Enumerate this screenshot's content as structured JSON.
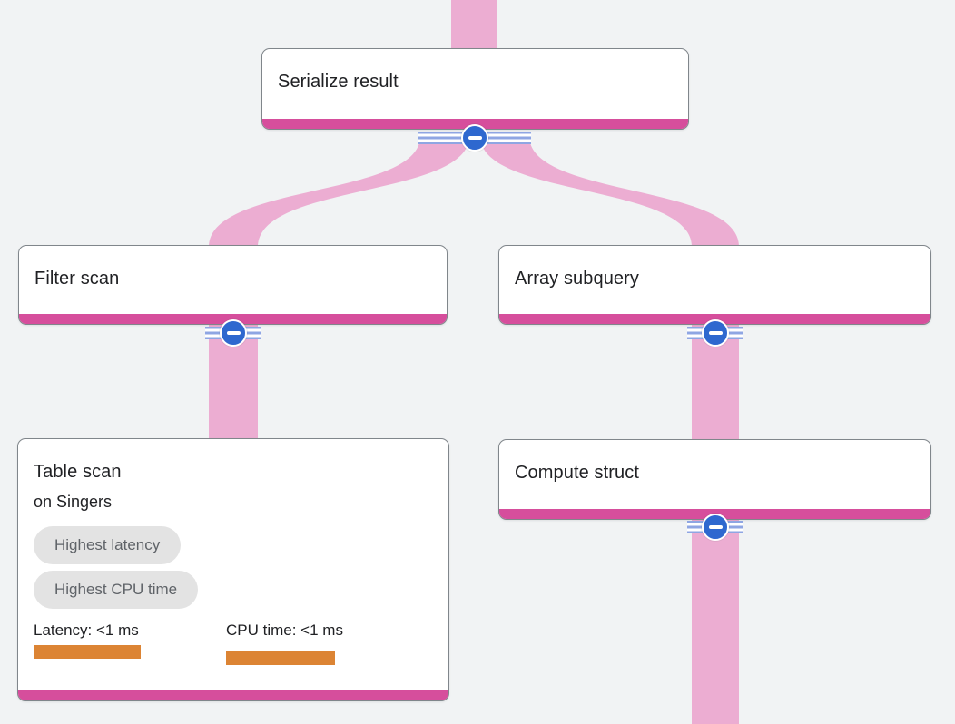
{
  "colors": {
    "canvas_bg": "#f1f3f4",
    "edge_pink": "#ecadd2",
    "node_accent": "#d64e9c",
    "node_border": "#80868b",
    "title_text": "#202124",
    "badge_bg": "#e3e3e3",
    "badge_text": "#5f6368",
    "metric_bar_orange": "#dc8434",
    "collapse_blue": "#2e68cf",
    "stripe_blue": "#8fa6e3"
  },
  "nodes": [
    {
      "title": "Serialize result"
    },
    {
      "title": "Filter scan"
    },
    {
      "title": "Array subquery"
    },
    {
      "title": "Table scan",
      "subtitle": "on Singers",
      "badges": [
        "Highest latency",
        "Highest CPU time"
      ],
      "metrics": [
        {
          "label": "Latency: <1 ms"
        },
        {
          "label": "CPU time: <1 ms"
        }
      ]
    },
    {
      "title": "Compute struct"
    }
  ],
  "edges": [
    {
      "from": "input (offscreen)",
      "to": "Serialize result"
    },
    {
      "from": "Serialize result",
      "to": "Filter scan"
    },
    {
      "from": "Serialize result",
      "to": "Array subquery"
    },
    {
      "from": "Filter scan",
      "to": "Table scan"
    },
    {
      "from": "Array subquery",
      "to": "Compute struct"
    },
    {
      "from": "Compute struct",
      "to": "output (offscreen)"
    }
  ],
  "collapse_button": {
    "state": "expanded",
    "glyph": "minus"
  }
}
